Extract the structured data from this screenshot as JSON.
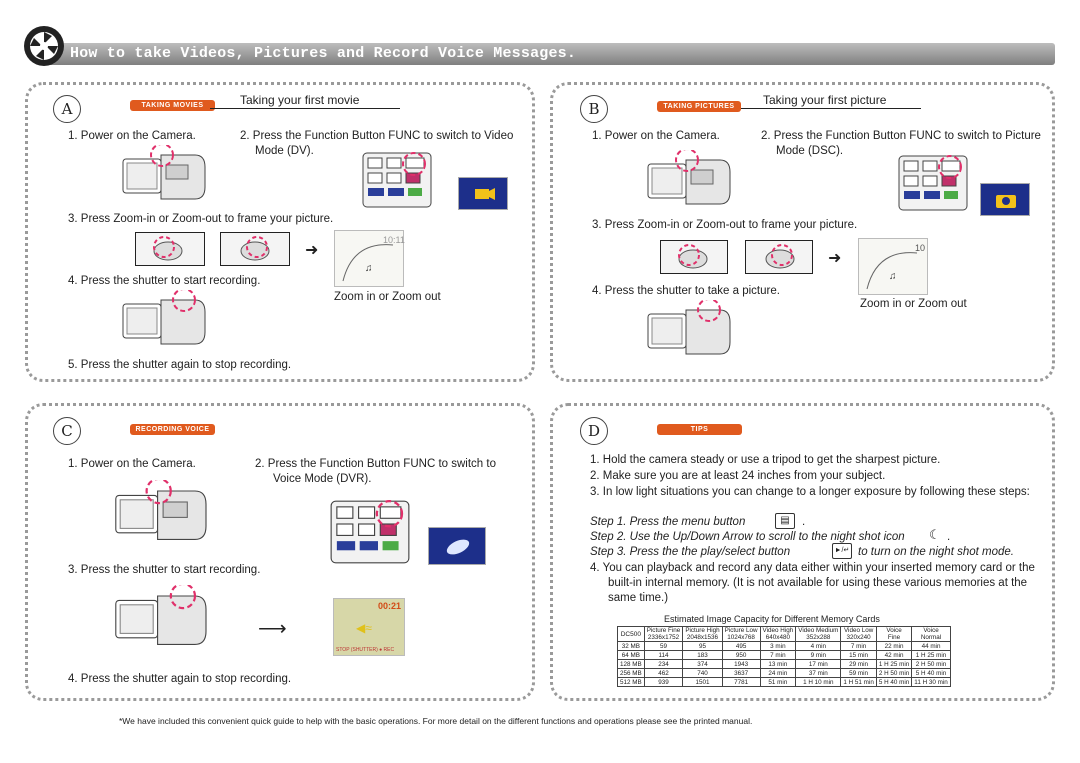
{
  "title": "How to take Videos, Pictures and Record Voice Messages.",
  "panels": {
    "a": {
      "letter": "A",
      "tag": "TAKING MOVIES",
      "subtitle": "Taking your first movie",
      "step1": "1.  Power on the Camera.",
      "step2": "2.  Press the Function Button FUNC to switch to Video Mode (DV).",
      "step3": "3.  Press Zoom-in or Zoom-out to frame your picture.",
      "step4": "4.  Press the shutter to start recording.",
      "zoom": "Zoom in or Zoom out",
      "step5": "5.  Press the shutter again to stop recording."
    },
    "b": {
      "letter": "B",
      "tag": "TAKING PICTURES",
      "subtitle": "Taking your first picture",
      "step1": "1.  Power on the Camera.",
      "step2": "2.  Press the Function Button FUNC to switch to Picture Mode (DSC).",
      "step3": "3.  Press Zoom-in or Zoom-out to frame your picture.",
      "step4": "4.  Press the shutter to take a picture.",
      "zoom": "Zoom in or Zoom out"
    },
    "c": {
      "letter": "C",
      "tag": "RECORDING VOICE",
      "step1": "1.  Power on the Camera.",
      "step2": "2.   Press the Function Button FUNC to switch to Voice Mode (DVR).",
      "step3": "3.  Press the shutter to start recording.",
      "step4": "4.   Press the shutter again to stop recording.",
      "screen_time": "00:21",
      "screen_label": "STOP (SHUTTER)   ● REC"
    },
    "d": {
      "letter": "D",
      "tag": "TIPS",
      "tip1": "1.  Hold the camera steady or use a tripod to get the sharpest picture.",
      "tip2": "2.  Make sure you are at least 24 inches from your subject.",
      "tip3": "3.  In low light situations you can change to a longer exposure by following these steps:",
      "s1": "Step 1. Press the menu button",
      "s2": "Step 2. Use the Up/Down Arrow to scroll to the night shot icon",
      "s3a": "Step 3. Press the the play/select button",
      "s3b": "to turn on the night shot mode.",
      "tip4": "4.  You can playback and record any data either within your inserted memory card or the built-in internal memory.  (It is not available for using these various memories at the same time.)",
      "table_title": "Estimated Image Capacity for Different Memory Cards",
      "table_model": "DC500",
      "table_headers": [
        [
          "Picture Fine",
          "2336x1752"
        ],
        [
          "Picture High",
          "2048x1536"
        ],
        [
          "Picture Low",
          "1024x768"
        ],
        [
          "Video High",
          "640x480"
        ],
        [
          "Video Medium",
          "352x288"
        ],
        [
          "Video Low",
          "320x240"
        ],
        [
          "Voice",
          "Fine"
        ],
        [
          "Voice",
          "Normal"
        ]
      ],
      "table_rows": [
        [
          "32 MB",
          "59",
          "95",
          "495",
          "3 min",
          "4 min",
          "7 min",
          "22 min",
          "44 min"
        ],
        [
          "64 MB",
          "114",
          "183",
          "950",
          "7 min",
          "9 min",
          "15 min",
          "42 min",
          "1 H 25 min"
        ],
        [
          "128 MB",
          "234",
          "374",
          "1943",
          "13 min",
          "17 min",
          "29 min",
          "1 H 25 min",
          "2 H 50 min"
        ],
        [
          "256 MB",
          "462",
          "740",
          "3637",
          "24 min",
          "37 min",
          "59 min",
          "2 H 50 min",
          "5 H 40 min"
        ],
        [
          "512 MB",
          "939",
          "1501",
          "7781",
          "51 min",
          "1 H 10 min",
          "1 H 51 min",
          "5 H 40 min",
          "11 H 30 min"
        ]
      ]
    }
  },
  "footnote": "*We have included this convenient quick guide to help with the basic operations. For more detail on the different functions and operations please see the printed manual.",
  "colors": {
    "tag": "#e05a1e",
    "title_bar": "#9a9a9a",
    "highlight": "#e0306a",
    "thumb": "#1d2f8a"
  }
}
